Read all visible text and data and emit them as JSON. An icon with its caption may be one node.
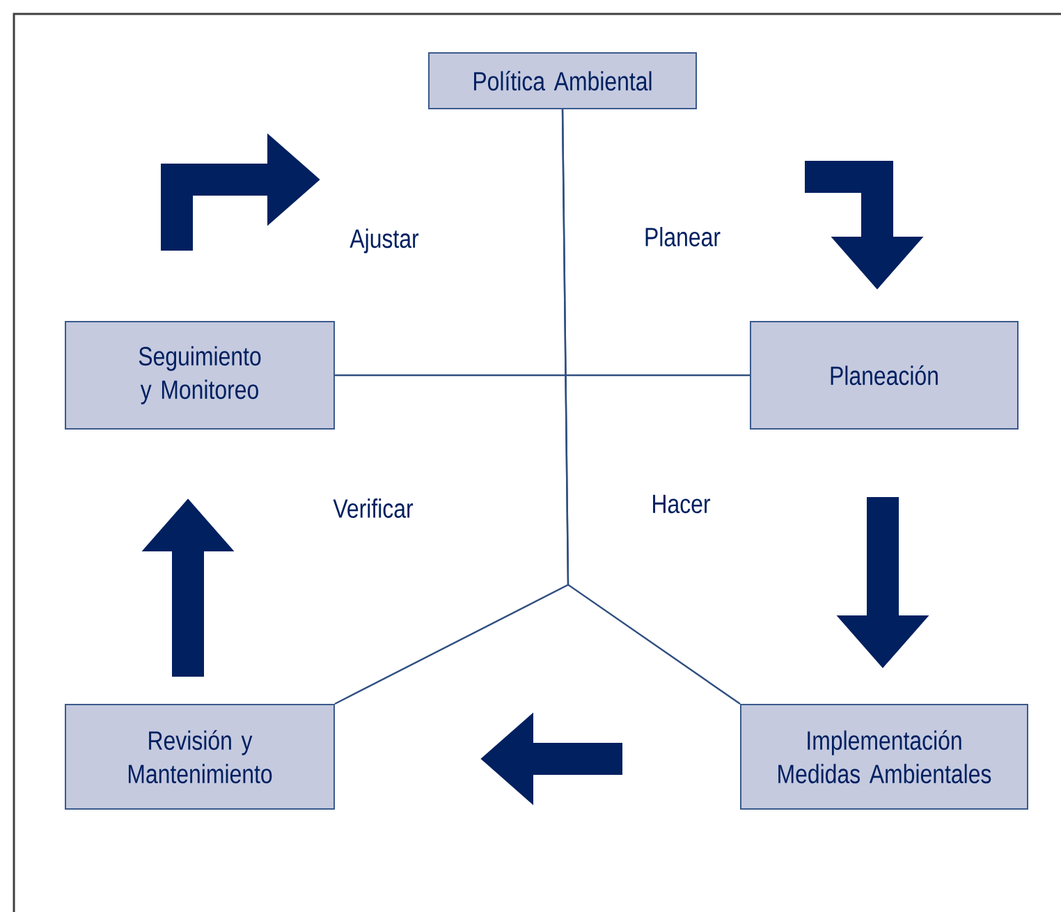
{
  "diagram": {
    "nodes": [
      {
        "text": [
          "Política Ambiental"
        ]
      },
      {
        "text": [
          "Seguimiento y Monitoreo"
        ]
      },
      {
        "text": [
          "Planeación"
        ]
      },
      {
        "text": [
          "Revisión y Mantenimiento"
        ]
      },
      {
        "text": [
          "Implementación Medidas Ambientales"
        ]
      }
    ],
    "edges": [
      {
        "from": 1,
        "to": 2,
        "arrow": "none"
      },
      {
        "from": 0,
        "to": 3,
        "arrow": "none"
      },
      {
        "from": 0,
        "to": 4,
        "arrow": "none"
      }
    ],
    "labels": [
      "Ajustar",
      "Planear",
      "Verificar",
      "Hacer"
    ]
  }
}
